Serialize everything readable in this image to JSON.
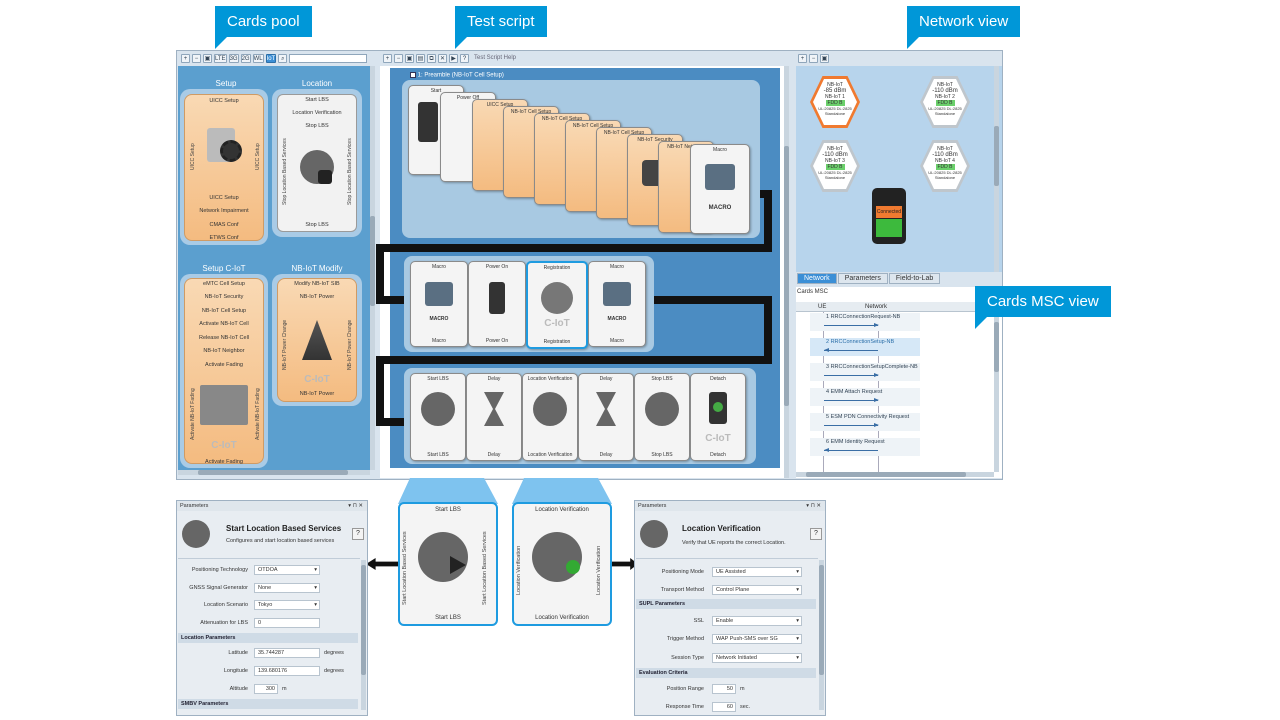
{
  "callouts": {
    "cards_pool": "Cards pool",
    "test_script": "Test script",
    "network_view": "Network view",
    "cards_msc_view": "Cards MSC view"
  },
  "pool_toolbar": {
    "filters": [
      "LTE",
      "3G",
      "2G",
      "WL",
      "IoT"
    ],
    "active_filter": "IoT"
  },
  "pool_groups": {
    "setup": {
      "title": "Setup",
      "items": [
        "UICC Setup",
        "UICC Setup",
        "Network Impairment",
        "CMAS Conf",
        "ETWS Conf"
      ],
      "side_label": "UICC Setup"
    },
    "location": {
      "title": "Location",
      "items": [
        "Start LBS",
        "Location Verification",
        "Stop LBS",
        "Stop LBS"
      ],
      "side_label": "Stop Location Based Services"
    },
    "setup_ciot": {
      "title": "Setup C-IoT",
      "items": [
        "eMTC Cell Setup",
        "NB-IoT Security",
        "NB-IoT Cell Setup",
        "Activate NB-IoT Cell",
        "Release NB-IoT Cell",
        "NB-IoT Neighbor",
        "Activate Fading",
        "Activate Fading"
      ],
      "side_label": "Activate NB-IoT Fading",
      "watermark": "C-IoT"
    },
    "nbiot_modify": {
      "title": "NB-IoT Modify",
      "items": [
        "Modify NB-IoT SIB",
        "NB-IoT Power",
        "NB-IoT Power"
      ],
      "side_label": "NB-IoT Power Change",
      "watermark": "C-IoT"
    }
  },
  "script": {
    "help": "Test Script Help",
    "preamble_label": "1: Preamble (NB-IoT Cell Setup)",
    "row1_cards": [
      "Start",
      "Power Off",
      "UICC Setup",
      "NB-IoT Cell Setup",
      "NB-IoT Cell Setup",
      "NB-IoT Cell Setup",
      "NB-IoT Cell Setup",
      "NB-IoT Security",
      "NB-IoT Neighbor",
      "Macro"
    ],
    "row1_macro": "MACRO",
    "row2_cards": [
      {
        "top": "Macro",
        "bottom": "Macro",
        "watermark": "MACRO"
      },
      {
        "top": "Power On",
        "bottom": "Power On",
        "watermark": ""
      },
      {
        "top": "Registration",
        "bottom": "Registration",
        "watermark": "C-IoT"
      },
      {
        "top": "Macro",
        "bottom": "Macro",
        "watermark": "MACRO"
      }
    ],
    "row3_cards": [
      {
        "top": "Start LBS",
        "bottom": "Start LBS"
      },
      {
        "top": "Delay",
        "bottom": "Delay"
      },
      {
        "top": "Location Verification",
        "bottom": "Location Verification"
      },
      {
        "top": "Delay",
        "bottom": "Delay"
      },
      {
        "top": "Stop LBS",
        "bottom": "Stop LBS"
      },
      {
        "top": "Detach",
        "bottom": "Detach"
      }
    ],
    "row3_watermark": "C-IoT"
  },
  "network": {
    "cells": [
      {
        "name": "NB-IoT",
        "power": "-85 dBm",
        "cell": "NB-IoT 1",
        "band": "FDD B",
        "info": "UL:20825 DL:2825",
        "mode": "Standalone"
      },
      {
        "name": "NB-IoT",
        "power": "-110 dBm",
        "cell": "NB-IoT 2",
        "band": "FDD B",
        "info": "UL:20825 DL:2825",
        "mode": "Standalone"
      },
      {
        "name": "NB-IoT",
        "power": "-110 dBm",
        "cell": "NB-IoT 3",
        "band": "FDD B",
        "info": "UL:20825 DL:2825",
        "mode": "Standalone"
      },
      {
        "name": "NB-IoT",
        "power": "-110 dBm",
        "cell": "NB-IoT 4",
        "band": "FDD B",
        "info": "UL:20825 DL:2825",
        "mode": "Standalone"
      }
    ],
    "ue_status": "Connected"
  },
  "view_tabs": [
    "Network",
    "Parameters",
    "Field-to-Lab"
  ],
  "msc": {
    "title": "Cards MSC",
    "col_ue": "UE",
    "col_network": "Network",
    "messages": [
      {
        "label": "1 RRCConnectionRequest-NB",
        "dir": "up",
        "highlight": false
      },
      {
        "label": "2 RRCConnectionSetup-NB",
        "dir": "down",
        "highlight": true
      },
      {
        "label": "3 RRCConnectionSetupComplete-NB",
        "dir": "up",
        "highlight": false
      },
      {
        "label": "4 EMM Attach Request",
        "dir": "up",
        "highlight": false
      },
      {
        "label": "5 ESM PDN Connectivity Request",
        "dir": "up",
        "highlight": false
      },
      {
        "label": "6 EMM Identity Request",
        "dir": "down",
        "highlight": false
      }
    ]
  },
  "zoom_cards": {
    "start_lbs": {
      "top": "Start LBS",
      "bottom": "Start LBS",
      "side": "Start Location Based Services"
    },
    "loc_ver": {
      "top": "Location Verification",
      "bottom": "Location Verification",
      "side": "Location Verification"
    }
  },
  "params_left": {
    "header": "Parameters",
    "title": "Start Location Based Services",
    "subtitle": "Configures and start location based services",
    "help": "?",
    "fields": [
      {
        "label": "Positioning Technology",
        "value": "OTDOA"
      },
      {
        "label": "GNSS Signal Generator",
        "value": "None"
      },
      {
        "label": "Location Scenario",
        "value": "Tokyo"
      },
      {
        "label": "Attenuation for LBS",
        "value": "0"
      }
    ],
    "section1": "Location Parameters",
    "loc_fields": [
      {
        "label": "Latitude",
        "value": "35.744287",
        "unit": "degrees"
      },
      {
        "label": "Longitude",
        "value": "139.680176",
        "unit": "degrees"
      },
      {
        "label": "Altitude",
        "value": "300",
        "unit": "m"
      }
    ],
    "section2": "SMBV Parameters"
  },
  "params_right": {
    "header": "Parameters",
    "title": "Location Verification",
    "subtitle": "Verify that UE reports the correct Location.",
    "help": "?",
    "fields": [
      {
        "label": "Positioning Mode",
        "value": "UE Assisted"
      },
      {
        "label": "Transport Method",
        "value": "Control Plane"
      }
    ],
    "section1": "SUPL Parameters",
    "supl_fields": [
      {
        "label": "SSL",
        "value": "Enable"
      },
      {
        "label": "Trigger Method",
        "value": "WAP Push-SMS over SG"
      },
      {
        "label": "Session Type",
        "value": "Network Initiated"
      }
    ],
    "section2": "Evaluation Criteria",
    "eval_fields": [
      {
        "label": "Position Range",
        "value": "50",
        "unit": "m"
      },
      {
        "label": "Response Time",
        "value": "60",
        "unit": "sec."
      }
    ]
  }
}
